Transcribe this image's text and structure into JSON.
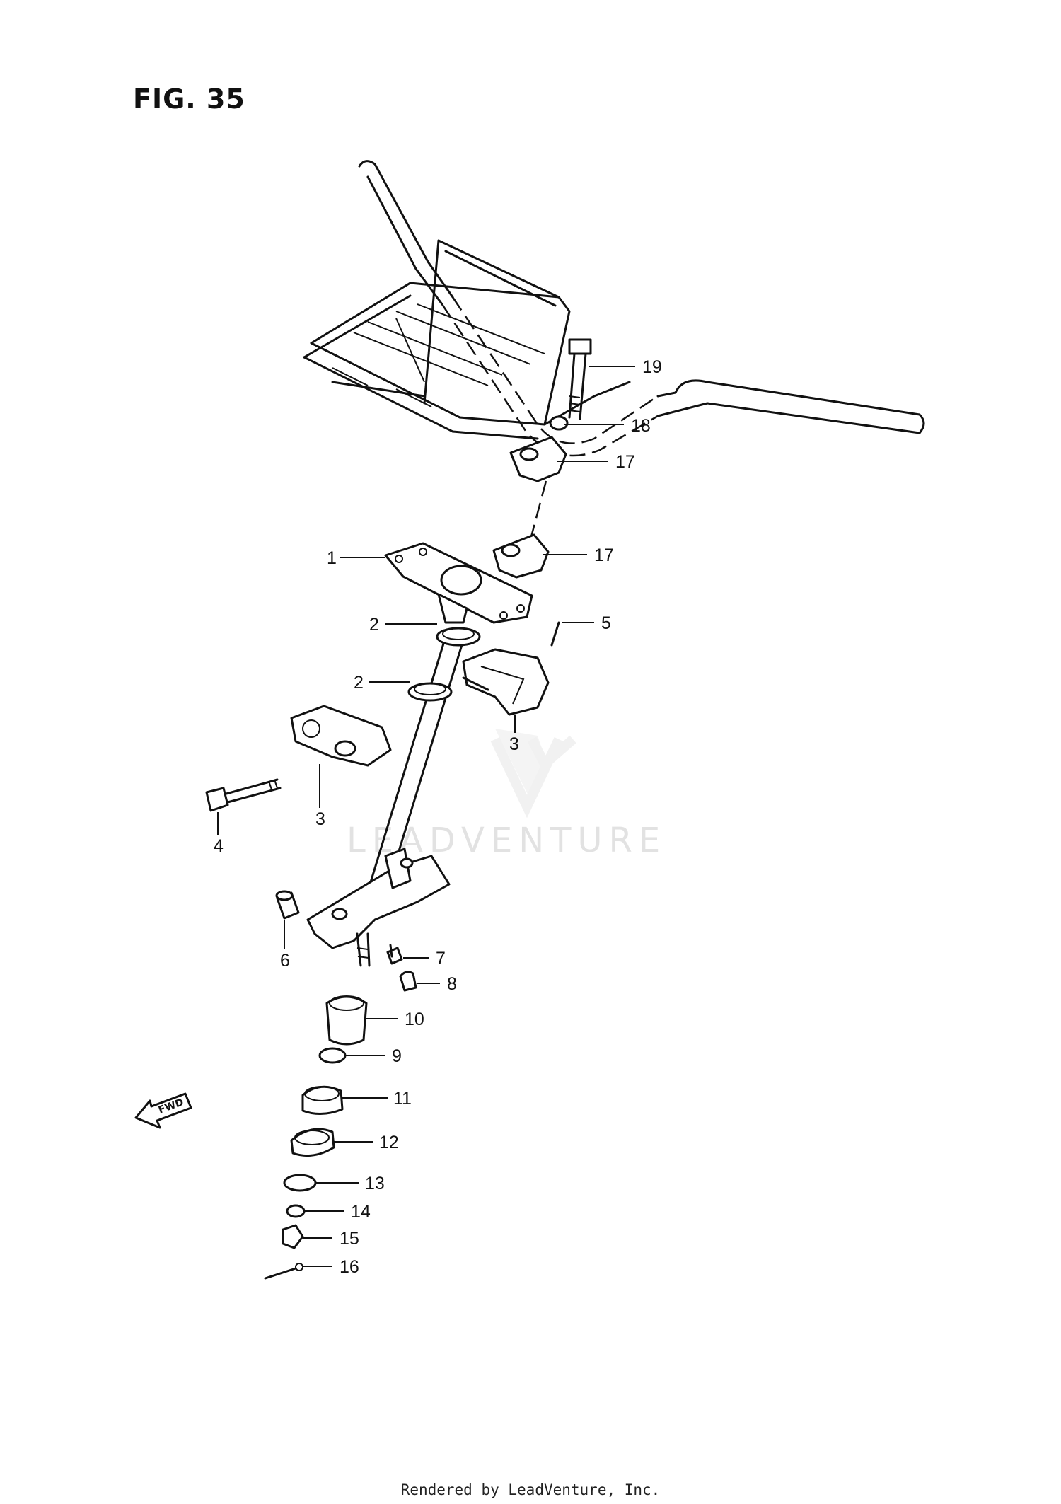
{
  "figure": {
    "title": "FIG. 35",
    "watermark": "LEADVENTURE",
    "direction_marker": "FWD"
  },
  "callouts": [
    {
      "id": "c19",
      "label": "19"
    },
    {
      "id": "c18",
      "label": "18"
    },
    {
      "id": "c17a",
      "label": "17"
    },
    {
      "id": "c17b",
      "label": "17"
    },
    {
      "id": "c1",
      "label": "1"
    },
    {
      "id": "c5",
      "label": "5"
    },
    {
      "id": "c2a",
      "label": "2"
    },
    {
      "id": "c2b",
      "label": "2"
    },
    {
      "id": "c3a",
      "label": "3"
    },
    {
      "id": "c3b",
      "label": "3"
    },
    {
      "id": "c4",
      "label": "4"
    },
    {
      "id": "c6",
      "label": "6"
    },
    {
      "id": "c7",
      "label": "7"
    },
    {
      "id": "c8",
      "label": "8"
    },
    {
      "id": "c10",
      "label": "10"
    },
    {
      "id": "c9",
      "label": "9"
    },
    {
      "id": "c11",
      "label": "11"
    },
    {
      "id": "c12",
      "label": "12"
    },
    {
      "id": "c13",
      "label": "13"
    },
    {
      "id": "c14",
      "label": "14"
    },
    {
      "id": "c15",
      "label": "15"
    },
    {
      "id": "c16",
      "label": "16"
    }
  ],
  "footer": {
    "credit": "Rendered by LeadVenture, Inc."
  }
}
